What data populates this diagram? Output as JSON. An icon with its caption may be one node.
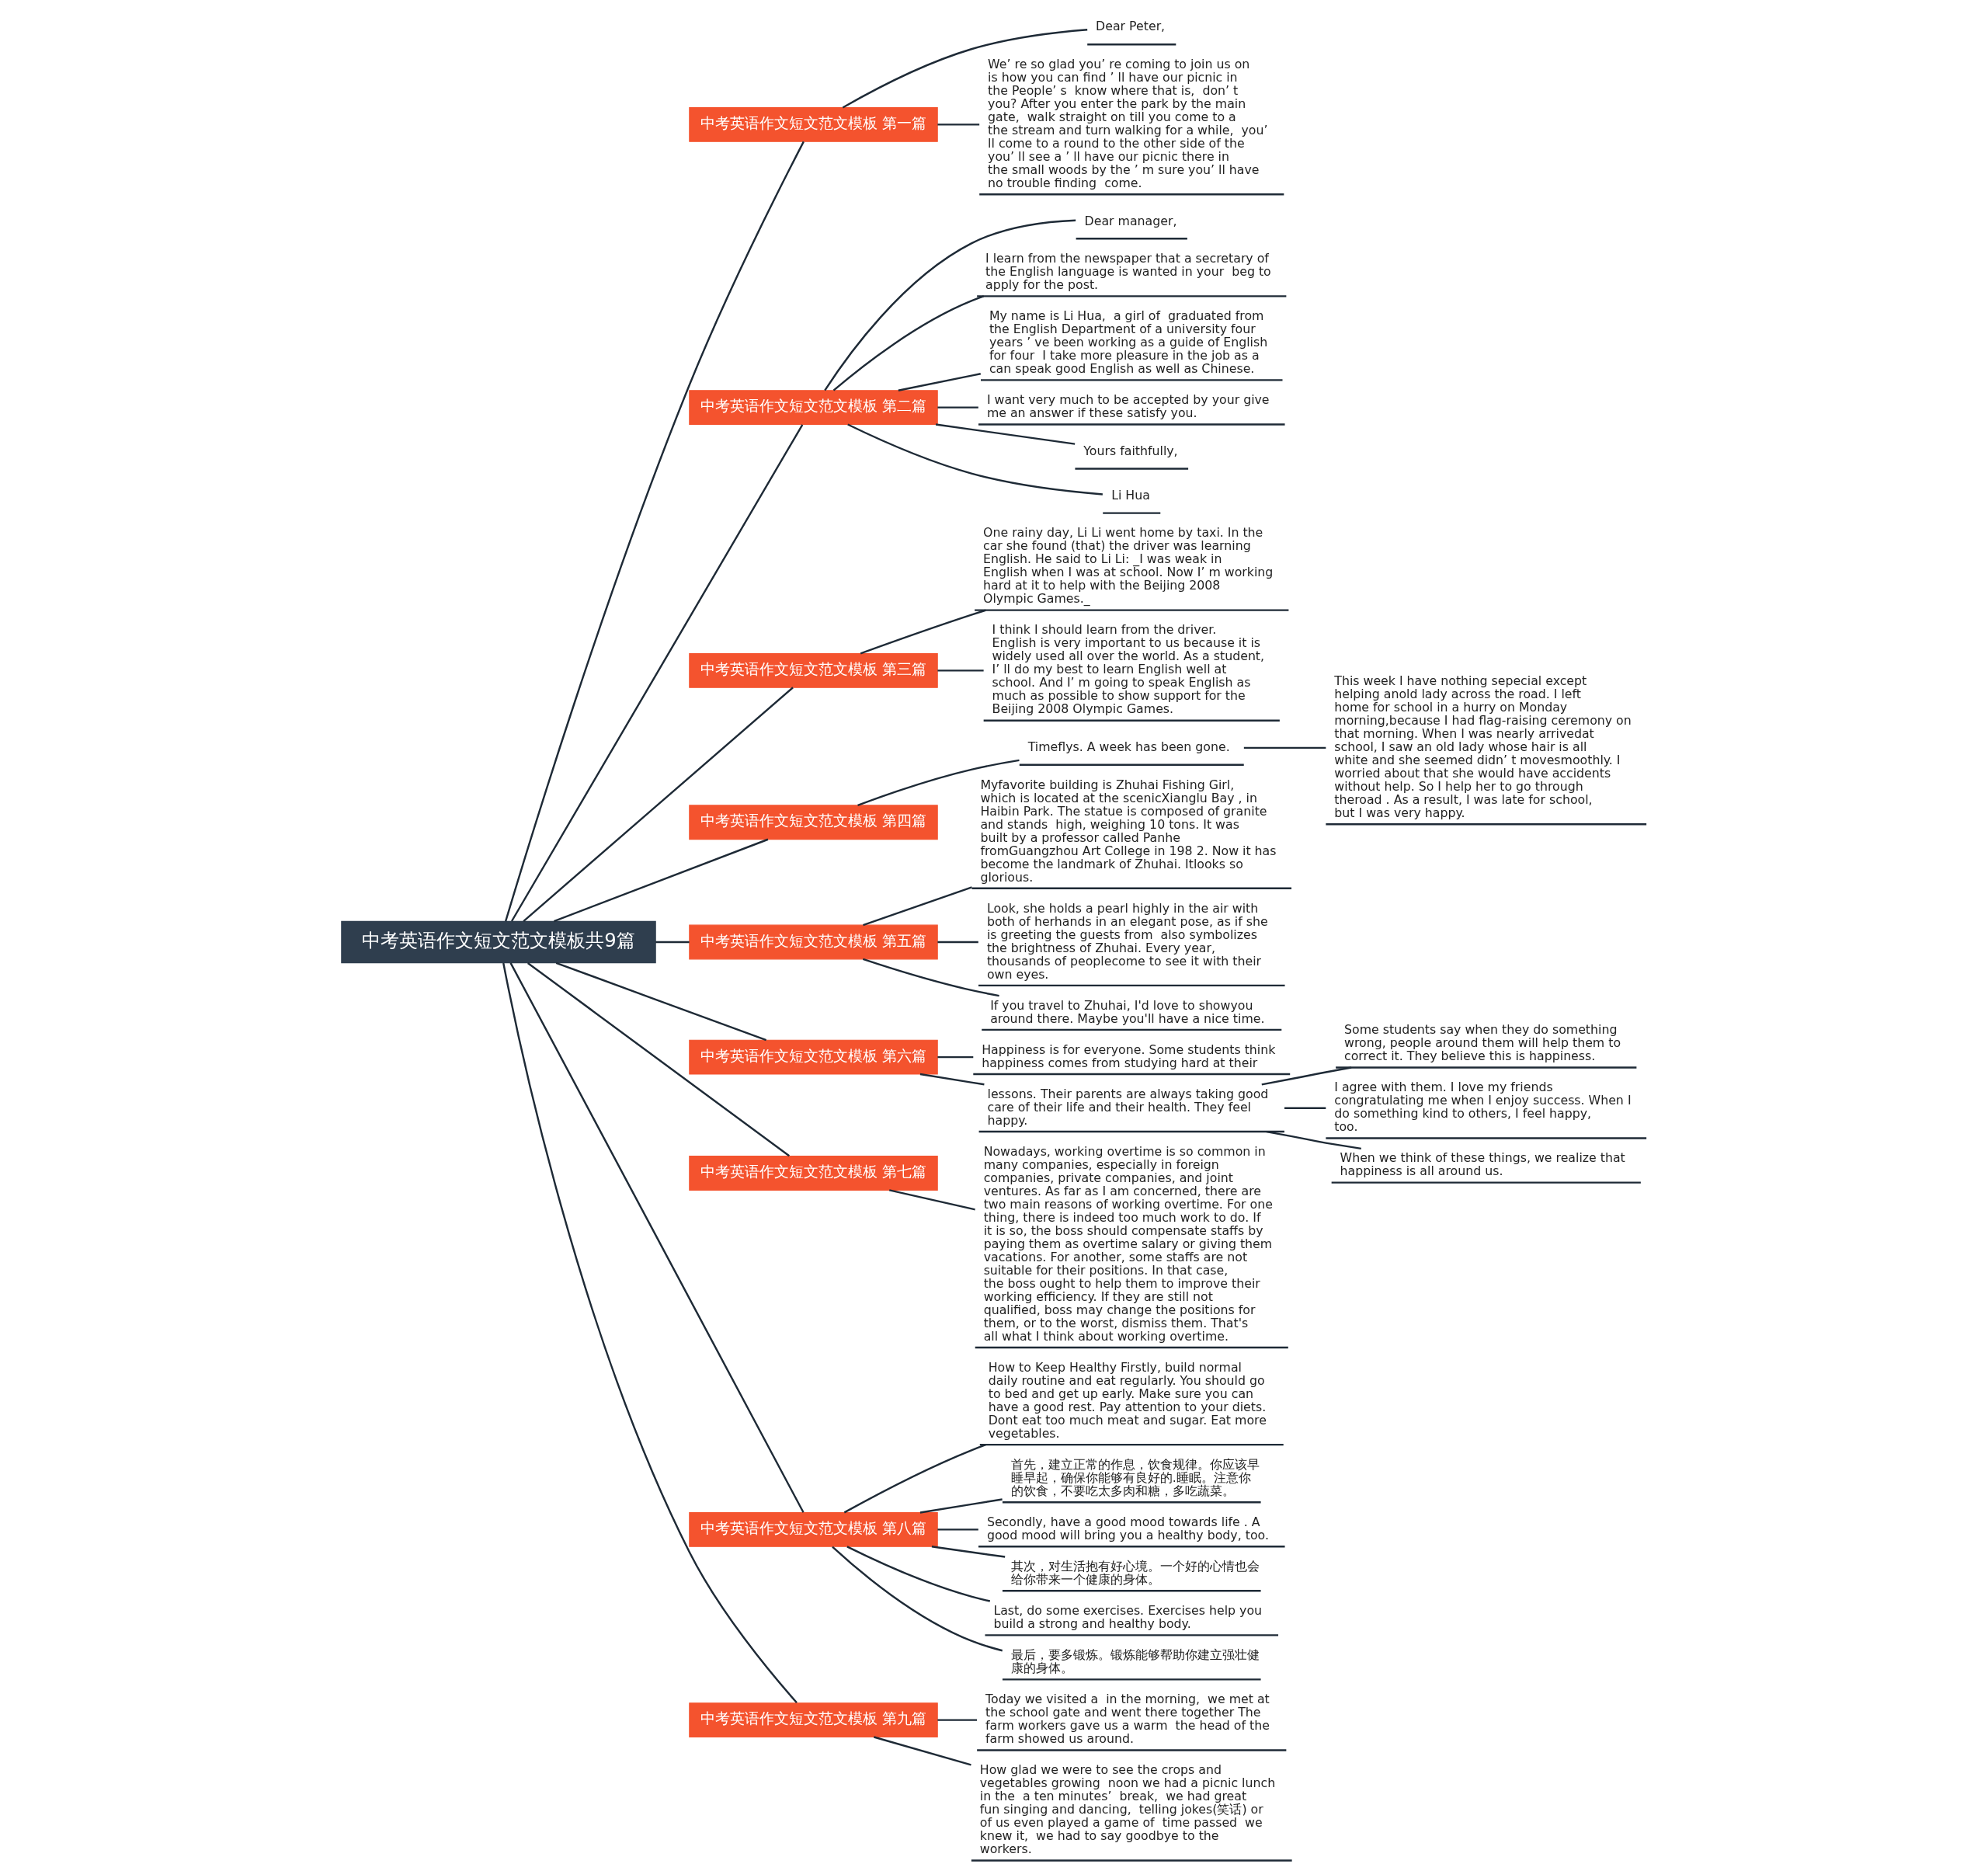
{
  "diagram": {
    "nodes": [
      {
        "text": [
          "中考英语作文短文范文模板共9篇"
        ]
      },
      {
        "text": [
          "中考英语作文短文范文模板 第一篇"
        ]
      },
      {
        "text": [
          "Dear Peter,"
        ]
      },
      {
        "text": [
          "We’ re so glad you’ re coming to join us on  is how you can find ’ ll have our picnic in the People’ s  know where that is,  don’ t you? After you enter the park by the main gate,  walk straight on till you come to a  the stream and turn walking for a while,  you’ ll come to a round to the other side of the  you’ ll see a ’ ll have our picnic there in the small woods by the ’ m sure you’ ll have no trouble finding  come."
        ]
      },
      {
        "text": [
          "中考英语作文短文范文模板 第二篇"
        ]
      },
      {
        "text": [
          "Dear manager,"
        ]
      },
      {
        "text": [
          "I learn from the newspaper that a secretary of the English language is wanted in your  beg to apply for the post."
        ]
      },
      {
        "text": [
          "My name is Li Hua,  a girl of  graduated from the English Department of a university four years ’ ve been working as a guide of English for four  I take more pleasure in the job as a  can speak good English as well as Chinese."
        ]
      },
      {
        "text": [
          "I want very much to be accepted by your give me an answer if these satisfy you."
        ]
      },
      {
        "text": [
          "Yours faithfully,"
        ]
      },
      {
        "text": [
          "Li Hua"
        ]
      },
      {
        "text": [
          "中考英语作文短文范文模板 第三篇"
        ]
      },
      {
        "text": [
          "One rainy day, Li Li went home by taxi. In the car she found (that) the driver was learning English. He said to Li Li: _I was weak in English when I was at school. Now I’ m working hard at it to help with the Beijing 2008 Olympic Games._"
        ]
      },
      {
        "text": [
          "I think I should learn from the driver. English is very important to us because it is widely used all over the world. As a student, I’ ll do my best to learn English well at school. And I’ m going to speak English as much as possible to show support for the Beijing 2008 Olympic Games."
        ]
      },
      {
        "text": [
          "中考英语作文短文范文模板 第四篇"
        ]
      },
      {
        "text": [
          "Timeflys. A week has been gone."
        ]
      },
      {
        "text": [
          "This week I have nothing sepecial except helping anold lady across the road. I left home for school in a hurry on Monday morning,because I had flag-raising ceremony on that morning. When I was nearly arrivedat school, I saw an old lady whose hair is all white and she seemed didn’ t movesmoothly. I worried about that she would have accidents without help. So I help her to go through theroad . As a result, I was late for school, but I was very happy."
        ]
      },
      {
        "text": [
          "中考英语作文短文范文模板 第五篇"
        ]
      },
      {
        "text": [
          "Myfavorite building is Zhuhai Fishing Girl, which is located at the scenicXianglu Bay , in Haibin Park. The statue is composed of granite and stands  high, weighing 10 tons. It was built by a professor called Panhe fromGuangzhou Art College in 198 2. Now it has become the landmark of Zhuhai. Itlooks so glorious."
        ]
      },
      {
        "text": [
          "Look, she holds a pearl highly in the air with both of herhands in an elegant pose, as if she is greeting the guests from  also symbolizes the brightness of Zhuhai. Every year, thousands of peoplecome to see it with their own eyes."
        ]
      },
      {
        "text": [
          "If you travel to Zhuhai, I'd love to showyou around there. Maybe you'll have a nice time."
        ]
      },
      {
        "text": [
          "中考英语作文短文范文模板 第六篇"
        ]
      },
      {
        "text": [
          "Happiness is for everyone. Some students think happiness comes from studying hard at their"
        ]
      },
      {
        "text": [
          "lessons. Their parents are always taking good care of their life and their health. They feel happy."
        ]
      },
      {
        "text": [
          "Some students say when they do something wrong, people around them will help them to correct it. They believe this is happiness."
        ]
      },
      {
        "text": [
          "I agree with them. I love my friends congratulating me when I enjoy success. When I do something kind to others, I feel happy, too."
        ]
      },
      {
        "text": [
          "When we think of these things, we realize that happiness is all around us."
        ]
      },
      {
        "text": [
          "中考英语作文短文范文模板 第七篇"
        ]
      },
      {
        "text": [
          "Nowadays, working overtime is so common in many companies, especially in foreign companies, private companies, and joint ventures. As far as I am concerned, there are two main reasons of working overtime. For one thing, there is indeed too much work to do. If it is so, the boss should compensate staffs by paying them as overtime salary or giving them vacations. For another, some staffs are not suitable for their positions. In that case, the boss ought to help them to improve their working efficiency. If they are still not qualified, boss may change the positions for them, or to the worst, dismiss them. That's all what I think about working overtime."
        ]
      },
      {
        "text": [
          "中考英语作文短文范文模板 第八篇"
        ]
      },
      {
        "text": [
          "How to Keep Healthy Firstly, build normal daily routine and eat regularly. You should go to bed and get up early. Make sure you can have a good rest. Pay attention to your diets. Dont eat too much meat and sugar. Eat more vegetables."
        ]
      },
      {
        "text": [
          "首先，建立正常的作息，饮食规律。你应该早睡早起，确保你能够有良好的.睡眠。注意你的饮食，不要吃太多肉和糖，多吃蔬菜。"
        ]
      },
      {
        "text": [
          "Secondly, have a good mood towards life . A good mood will bring you a healthy body, too."
        ]
      },
      {
        "text": [
          "其次，对生活抱有好心境。一个好的心情也会给你带来一个健康的身体。"
        ]
      },
      {
        "text": [
          "Last, do some exercises. Exercises help you build a strong and healthy body."
        ]
      },
      {
        "text": [
          "最后，要多锻炼。锻炼能够帮助你建立强壮健康的身体。"
        ]
      },
      {
        "text": [
          "中考英语作文短文范文模板 第九篇"
        ]
      },
      {
        "text": [
          "Today we visited a  in the morning,  we met at the school gate and went there together The farm workers gave us a warm  the head of the farm showed us around."
        ]
      },
      {
        "text": [
          "How glad we were to see the crops and vegetables growing  noon we had a picnic lunch in the  a ten minutes’  break,  we had great fun singing and dancing,  telling jokes(笑话) or  of us even played a game of  time passed  we knew it,  we had to say goodbye to the workers."
        ]
      }
    ],
    "edges": [
      {
        "from": 0,
        "to": 1,
        "arrow": "none"
      },
      {
        "from": 1,
        "to": 2,
        "arrow": "none"
      },
      {
        "from": 1,
        "to": 3,
        "arrow": "none"
      },
      {
        "from": 0,
        "to": 4,
        "arrow": "none"
      },
      {
        "from": 4,
        "to": 5,
        "arrow": "none"
      },
      {
        "from": 4,
        "to": 6,
        "arrow": "none"
      },
      {
        "from": 4,
        "to": 7,
        "arrow": "none"
      },
      {
        "from": 4,
        "to": 8,
        "arrow": "none"
      },
      {
        "from": 4,
        "to": 9,
        "arrow": "none"
      },
      {
        "from": 4,
        "to": 10,
        "arrow": "none"
      },
      {
        "from": 0,
        "to": 11,
        "arrow": "none"
      },
      {
        "from": 11,
        "to": 12,
        "arrow": "none"
      },
      {
        "from": 11,
        "to": 13,
        "arrow": "none"
      },
      {
        "from": 0,
        "to": 14,
        "arrow": "none"
      },
      {
        "from": 14,
        "to": 15,
        "arrow": "none"
      },
      {
        "from": 15,
        "to": 16,
        "arrow": "none"
      },
      {
        "from": 0,
        "to": 17,
        "arrow": "none"
      },
      {
        "from": 17,
        "to": 18,
        "arrow": "none"
      },
      {
        "from": 17,
        "to": 19,
        "arrow": "none"
      },
      {
        "from": 17,
        "to": 20,
        "arrow": "none"
      },
      {
        "from": 0,
        "to": 21,
        "arrow": "none"
      },
      {
        "from": 21,
        "to": 22,
        "arrow": "none"
      },
      {
        "from": 21,
        "to": 23,
        "arrow": "none"
      },
      {
        "from": 23,
        "to": 24,
        "arrow": "none"
      },
      {
        "from": 23,
        "to": 25,
        "arrow": "none"
      },
      {
        "from": 23,
        "to": 26,
        "arrow": "none"
      },
      {
        "from": 0,
        "to": 27,
        "arrow": "none"
      },
      {
        "from": 27,
        "to": 28,
        "arrow": "none"
      },
      {
        "from": 0,
        "to": 29,
        "arrow": "none"
      },
      {
        "from": 29,
        "to": 30,
        "arrow": "none"
      },
      {
        "from": 29,
        "to": 31,
        "arrow": "none"
      },
      {
        "from": 29,
        "to": 32,
        "arrow": "none"
      },
      {
        "from": 29,
        "to": 33,
        "arrow": "none"
      },
      {
        "from": 29,
        "to": 34,
        "arrow": "none"
      },
      {
        "from": 29,
        "to": 35,
        "arrow": "none"
      },
      {
        "from": 0,
        "to": 36,
        "arrow": "none"
      },
      {
        "from": 36,
        "to": 37,
        "arrow": "none"
      },
      {
        "from": 36,
        "to": 38,
        "arrow": "none"
      }
    ]
  }
}
